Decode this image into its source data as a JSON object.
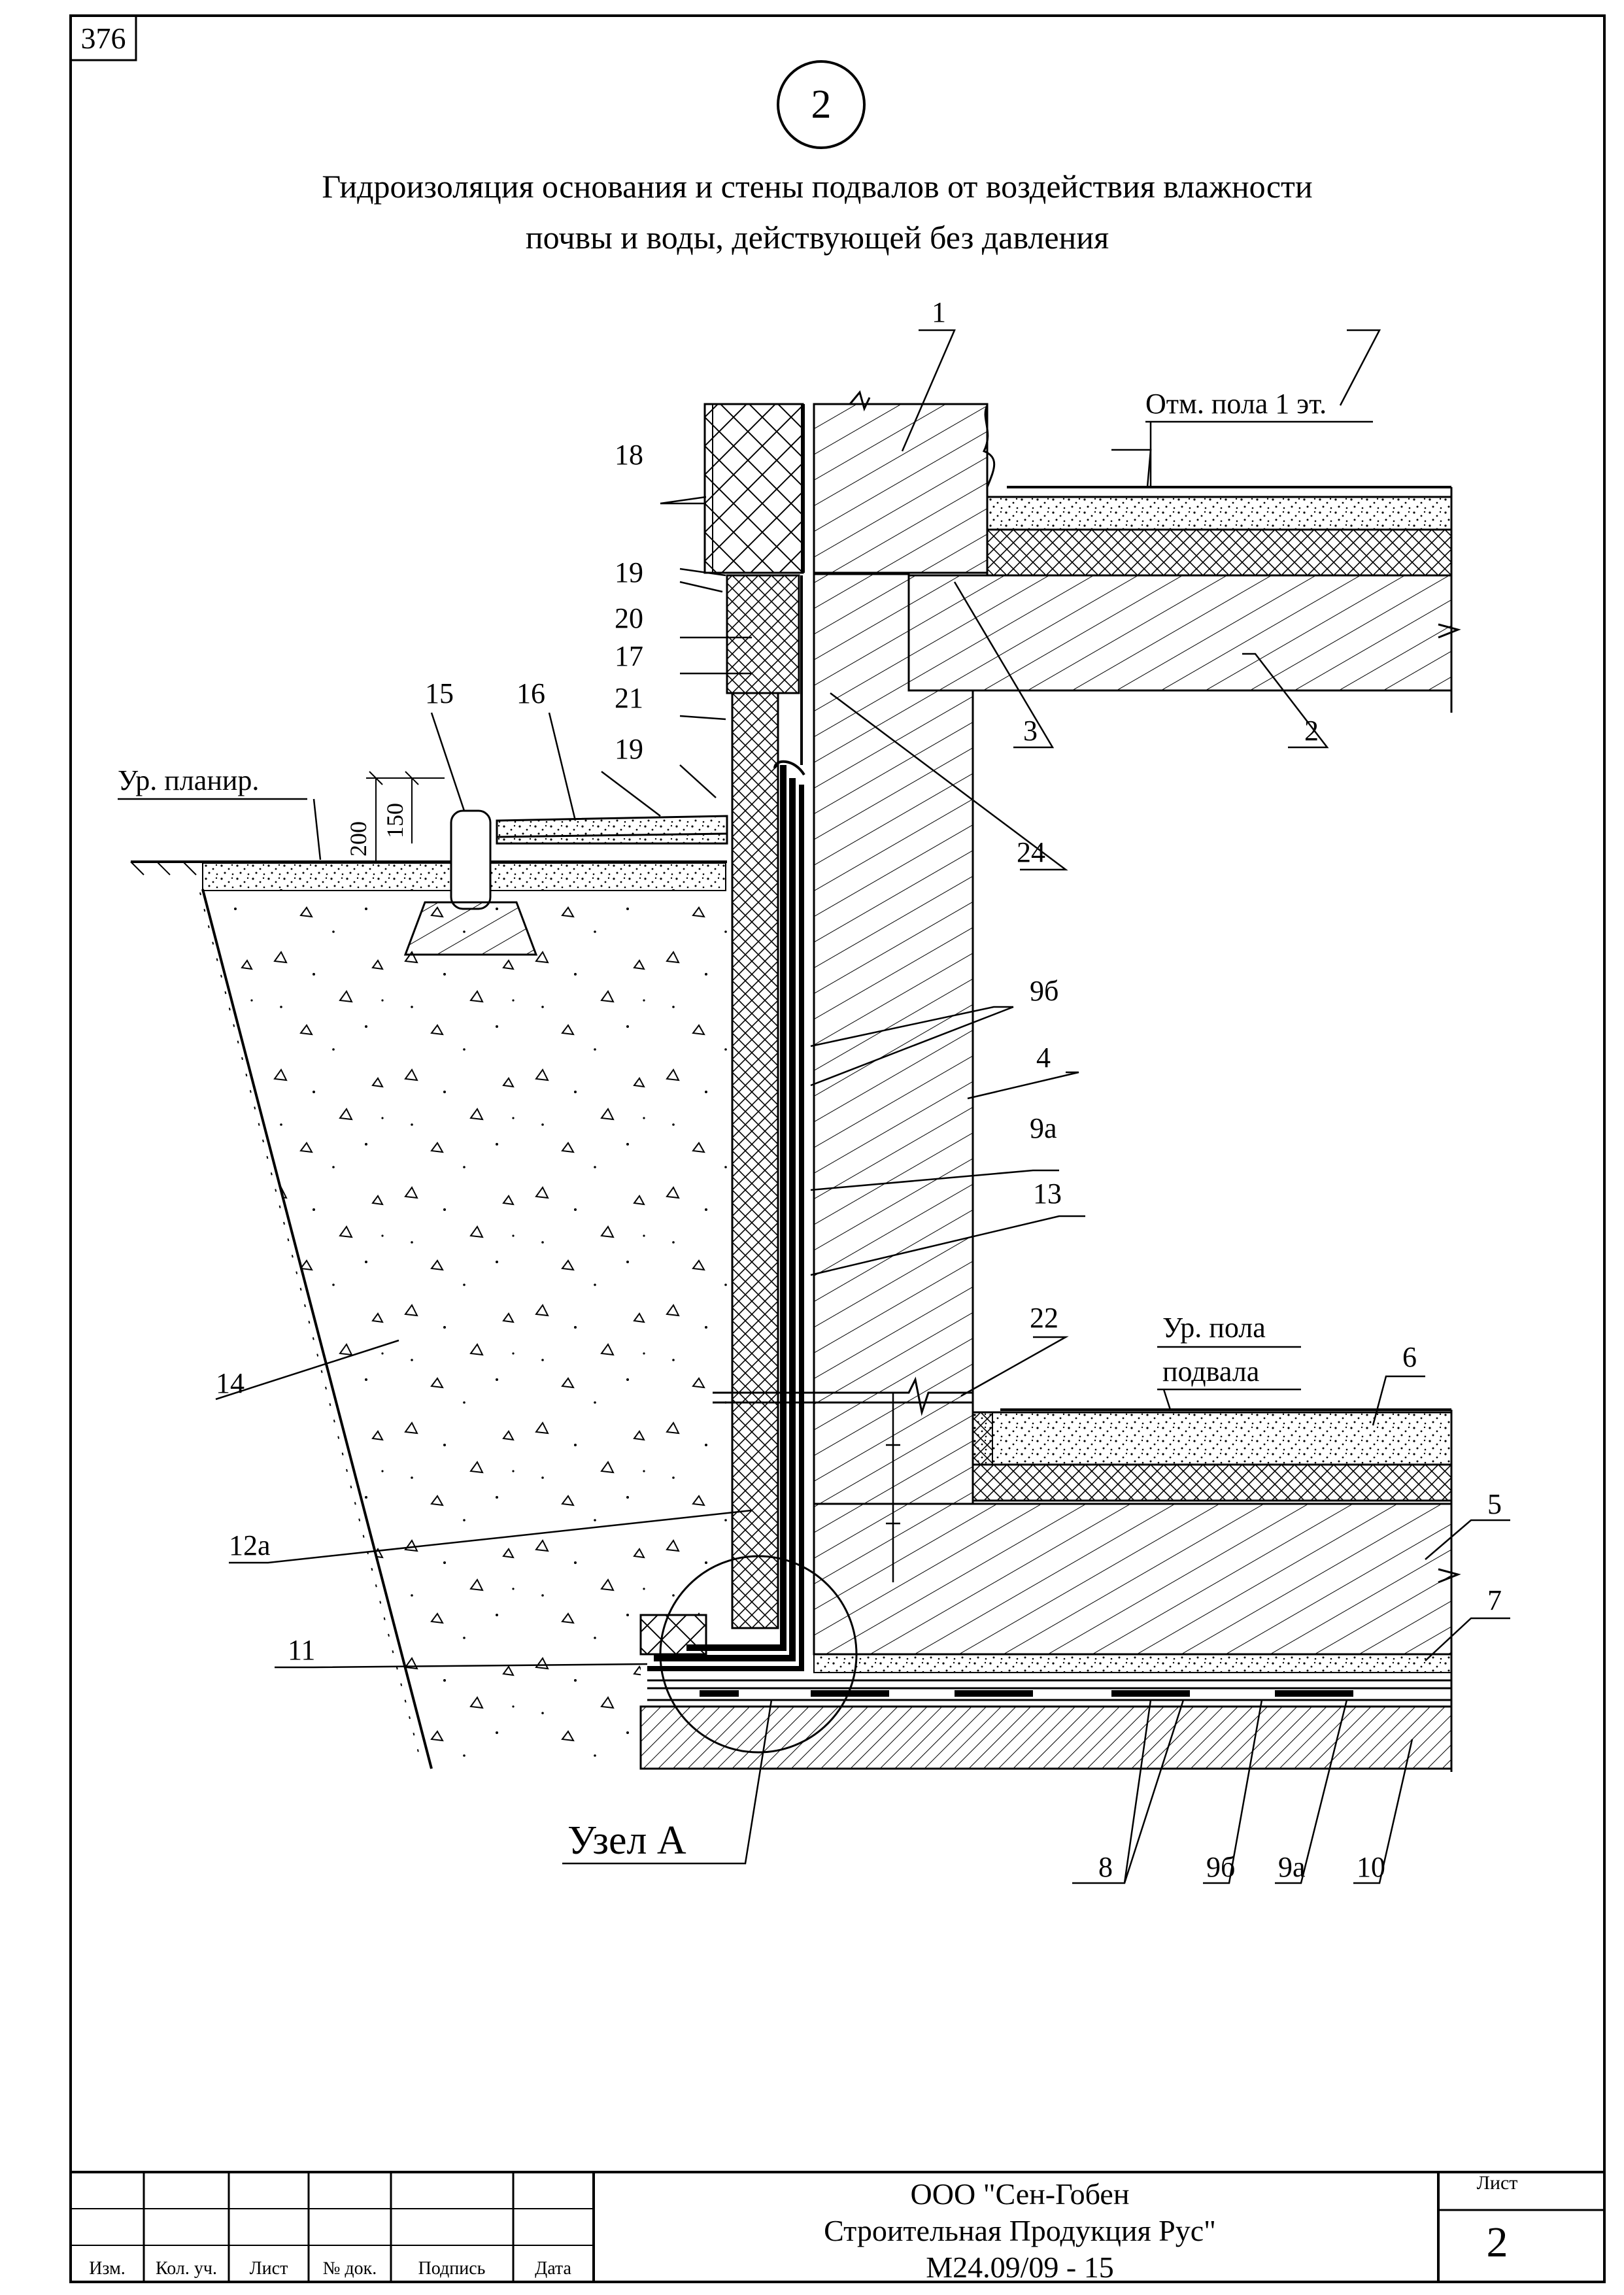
{
  "page_number": "376",
  "drawing_number": "2",
  "title": {
    "line1": "Гидроизоляция основания и стены подвалов от воздействия влажности",
    "line2": "почвы и воды, действующей без давления"
  },
  "levels": {
    "floor1": "Отм. пола 1 эт.",
    "grade": "Ур. планир.",
    "basement_floor_line1": "Ур. пола",
    "basement_floor_line2": "подвала"
  },
  "dimensions": {
    "d200": "200",
    "d150": "150"
  },
  "callouts": {
    "c1": "1",
    "c2": "2",
    "c3": "3",
    "c4": "4",
    "c5": "5",
    "c6": "6",
    "c7": "7",
    "c8": "8",
    "c9a_wall": "9а",
    "c9b_wall": "9б",
    "c9a_base": "9а",
    "c9b_base": "9б",
    "c10": "10",
    "c11": "11",
    "c12a": "12а",
    "c13": "13",
    "c14": "14",
    "c15": "15",
    "c16": "16",
    "c17": "17",
    "c18": "18",
    "c19_top": "19",
    "c19_low": "19",
    "c20": "20",
    "c21": "21",
    "c22": "22",
    "c24": "24"
  },
  "node_label": "Узел А",
  "title_block": {
    "org_line1": "ООО \"Сен-Гобен",
    "org_line2": "Строительная Продукция Рус\"",
    "doc_code": "М24.09/09 - 15",
    "sheet_header": "Лист",
    "sheet_number": "2",
    "columns": [
      "Изм.",
      "Кол. уч.",
      "Лист",
      "№ док.",
      "Подпись",
      "Дата"
    ]
  }
}
